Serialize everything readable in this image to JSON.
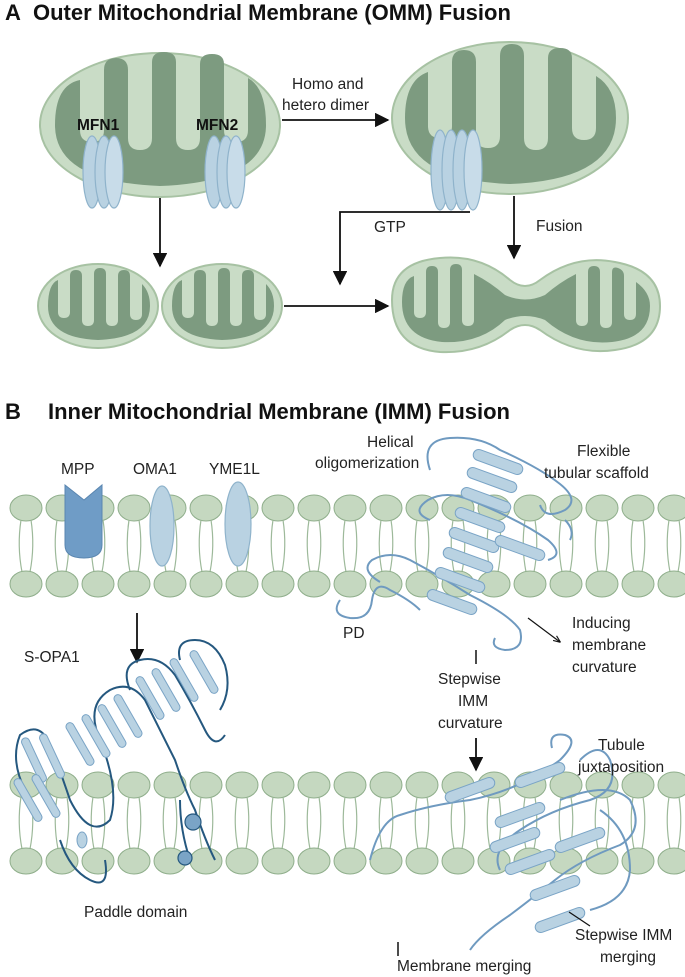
{
  "panel_a": {
    "letter": "A",
    "title": "Outer Mitochondrial Membrane (OMM) Fusion",
    "protein_1": "MFN1",
    "protein_2": "MFN2",
    "arrow_dimer_line1": "Homo and",
    "arrow_dimer_line2": "hetero dimer",
    "arrow_gtp": "GTP",
    "arrow_fusion": "Fusion"
  },
  "panel_b": {
    "letter": "B",
    "title": "Inner Mitochondrial Membrane (IMM) Fusion",
    "protease_1": "MPP",
    "protease_2": "OMA1",
    "protease_3": "YME1L",
    "helical_line1": "Helical",
    "helical_line2": "oligomerization",
    "flexible_line1": "Flexible",
    "flexible_line2": "tubular scaffold",
    "pd": "PD",
    "inducing_line1": "Inducing",
    "inducing_line2": "membrane",
    "inducing_line3": "curvature",
    "s_opa1": "S-OPA1",
    "stepwise_line1": "Stepwise",
    "stepwise_line2": "IMM",
    "stepwise_line3": "curvature",
    "tubule_line1": "Tubule",
    "tubule_line2": "juxtaposition",
    "paddle": "Paddle domain",
    "merging_line1": "Stepwise IMM",
    "merging_line2": "merging",
    "membrane_merging": "Membrane merging"
  },
  "colors": {
    "outer_membrane": "#c9dcc6",
    "outer_stroke": "#a7c2a3",
    "matrix": "#7d9b80",
    "protein": "#b9d2e2",
    "protein_stroke": "#8fb3cb",
    "lipid_head": "#c5d8c0",
    "coil_light": "#7aa4c6",
    "coil_dark": "#25587f"
  }
}
